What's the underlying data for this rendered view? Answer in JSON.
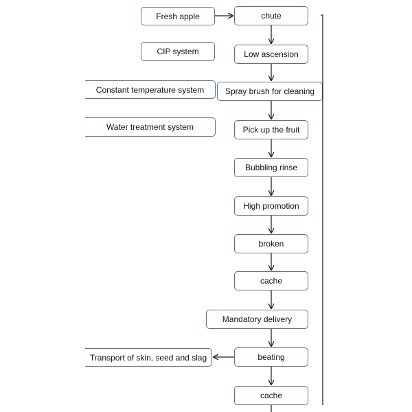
{
  "inputs": {
    "fresh_apple": "Fresh apple",
    "cip_system": "CIP system",
    "constant_temperature": "Constant temperature system",
    "water_treatment": "Water treatment system"
  },
  "process_steps": [
    "chute",
    "Low ascension",
    "Spray brush for cleaning",
    "Pick up the fruit",
    "Bubbling rinse",
    "High promotion",
    "broken",
    "cache",
    "Mandatory delivery",
    "beating",
    "cache"
  ],
  "outputs": {
    "waste_transport": "Transport of skin, seed and slag"
  },
  "colors": {
    "border": "#5b6f94",
    "arrow": "#222222"
  }
}
